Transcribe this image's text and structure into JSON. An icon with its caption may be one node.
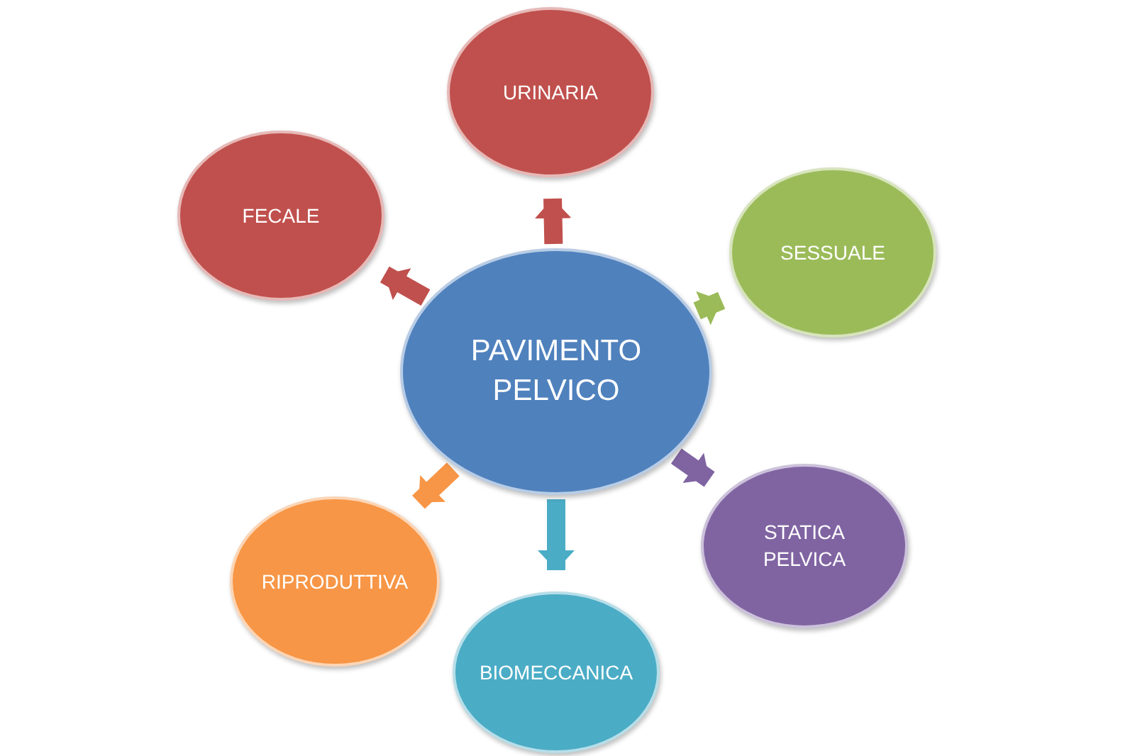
{
  "diagram": {
    "nodes": [
      {
        "text": [
          "PAVIMENTO PELVICO"
        ]
      },
      {
        "text": [
          "URINARIA"
        ]
      },
      {
        "text": [
          "SESSUALE"
        ]
      },
      {
        "text": [
          "STATICA PELVICA"
        ]
      },
      {
        "text": [
          "BIOMECCANICA"
        ]
      },
      {
        "text": [
          "RIPRODUTTIVA"
        ]
      },
      {
        "text": [
          "FECALE"
        ]
      }
    ],
    "edges": [
      {
        "from": 0,
        "to": 1,
        "arrow": "to",
        "color": "#c0504d"
      },
      {
        "from": 0,
        "to": 2,
        "arrow": "to",
        "color": "#9bbb59"
      },
      {
        "from": 0,
        "to": 3,
        "arrow": "to",
        "color": "#8064a2"
      },
      {
        "from": 0,
        "to": 4,
        "arrow": "to",
        "color": "#4bacc6"
      },
      {
        "from": 0,
        "to": 5,
        "arrow": "to",
        "color": "#f79646"
      },
      {
        "from": 0,
        "to": 6,
        "arrow": "to",
        "color": "#c0504d"
      }
    ]
  }
}
